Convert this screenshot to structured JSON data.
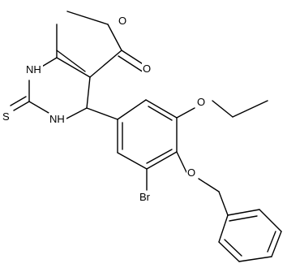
{
  "atom_labels": {
    "ester_o_methyl": "O",
    "ester_o_carbonyl": "O",
    "nh_top": "NH",
    "nh_bottom": "NH",
    "thione_s": "S",
    "ethoxy_o": "O",
    "benzyloxy_o": "O",
    "bromine": "Br"
  }
}
